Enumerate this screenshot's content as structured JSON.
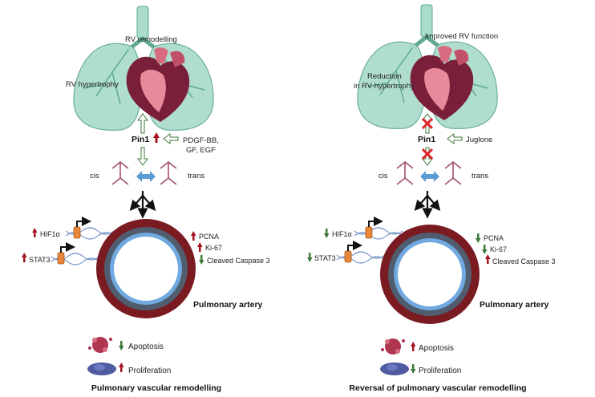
{
  "colors": {
    "lung_fill": "#a9dccb",
    "lung_stroke": "#5fa892",
    "heart_dark": "#7a1f3a",
    "heart_light": "#e88a9c",
    "up_arrow": "#a3121e",
    "down_arrow": "#3c7a3a",
    "artery_outer": "#7a1b22",
    "artery_middle": "#4f5d6e",
    "artery_inner": "#6fa9df",
    "molecule": "#a3506a",
    "swap_arrow": "#5b9bd5",
    "inhibit_x": "#e0222a",
    "apoptosis_cell": "#b0354f",
    "proliferation_cell": "#4f5aa0",
    "gene_box": "#e8873a"
  },
  "left": {
    "labels": {
      "rv_remodelling": "RV remodelling",
      "rv_hypertrophy": "RV hypertrophy"
    },
    "pin1_label": "Pin1",
    "pin1_direction": "up",
    "stimulus_lines": [
      "PDGF-BB,",
      "GF, EGF"
    ],
    "cis_label": "cis",
    "trans_label": "trans",
    "genes": [
      {
        "name": "HIF1α",
        "direction": "up"
      },
      {
        "name": "STAT3",
        "direction": "up"
      }
    ],
    "markers": [
      {
        "name": "PCNA",
        "direction": "up"
      },
      {
        "name": "Ki-67",
        "direction": "up"
      },
      {
        "name": "Cleaved Caspase 3",
        "direction": "down"
      }
    ],
    "artery_label": "Pulmonary artery",
    "outcomes": [
      {
        "name": "Apoptosis",
        "direction": "down"
      },
      {
        "name": "Proliferation",
        "direction": "up"
      }
    ],
    "footer": "Pulmonary vascular remodelling"
  },
  "right": {
    "labels": {
      "improved_rv": "Improved RV function",
      "reduction_line1": "Reduction",
      "reduction_line2": "in RV hypertrophy"
    },
    "pin1_label": "Pin1",
    "inhibitor": "Juglone",
    "cis_label": "cis",
    "trans_label": "trans",
    "genes": [
      {
        "name": "HIF1α",
        "direction": "down"
      },
      {
        "name": "STAT3",
        "direction": "down"
      }
    ],
    "markers": [
      {
        "name": "PCNA",
        "direction": "down"
      },
      {
        "name": "Ki-67",
        "direction": "down"
      },
      {
        "name": "Cleaved Caspase 3",
        "direction": "up"
      }
    ],
    "artery_label": "Pulmonary artery",
    "outcomes": [
      {
        "name": "Apoptosis",
        "direction": "up"
      },
      {
        "name": "Proliferation",
        "direction": "down"
      }
    ],
    "footer": "Reversal of pulmonary vascular remodelling"
  }
}
